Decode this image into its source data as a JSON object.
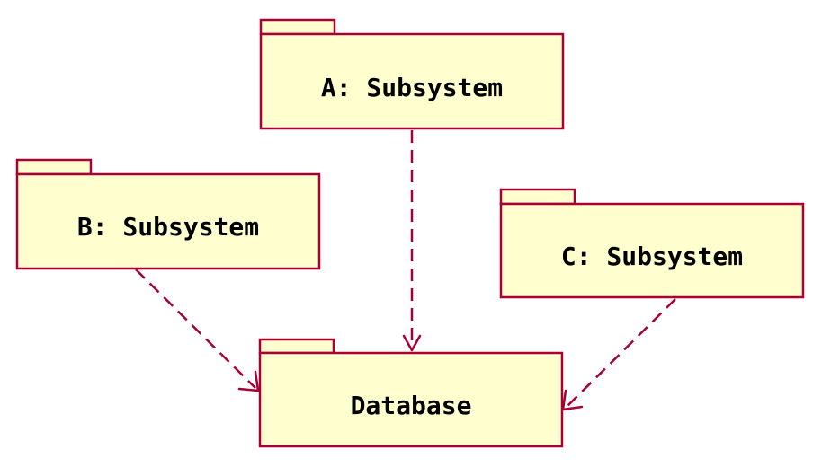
{
  "diagram": {
    "type": "uml-package-diagram",
    "colors": {
      "package_fill": "#fefece",
      "package_border": "#a80036",
      "arrow": "#a80036",
      "text": "#000000"
    },
    "packages": [
      {
        "id": "a",
        "label": "A: Subsystem"
      },
      {
        "id": "b",
        "label": "B: Subsystem"
      },
      {
        "id": "c",
        "label": "C: Subsystem"
      },
      {
        "id": "db",
        "label": "Database"
      }
    ],
    "dependencies": [
      {
        "from": "a",
        "to": "db",
        "style": "dashed-open-arrow"
      },
      {
        "from": "b",
        "to": "db",
        "style": "dashed-open-arrow"
      },
      {
        "from": "c",
        "to": "db",
        "style": "dashed-open-arrow"
      }
    ]
  }
}
